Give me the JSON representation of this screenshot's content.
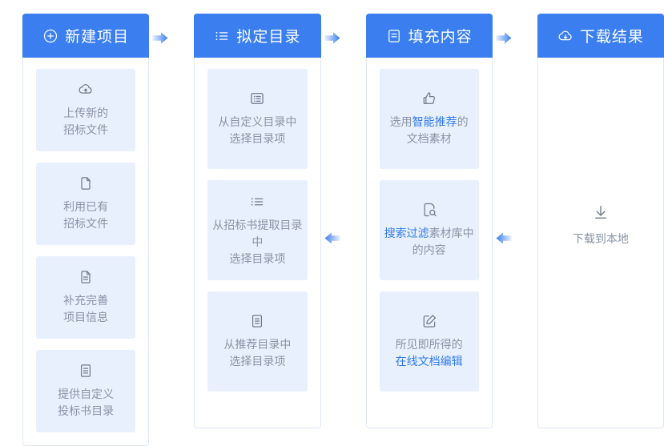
{
  "columns": [
    {
      "id": "new-project",
      "header": {
        "title": "新建项目",
        "icon": "plus-circle-icon"
      },
      "layout": "cards",
      "cards": [
        {
          "icon": "cloud-upload-icon",
          "lines": [
            {
              "parts": [
                {
                  "text": "上传新的"
                }
              ]
            },
            {
              "parts": [
                {
                  "text": "招标文件"
                }
              ]
            }
          ]
        },
        {
          "icon": "document-icon",
          "lines": [
            {
              "parts": [
                {
                  "text": "利用已有"
                }
              ]
            },
            {
              "parts": [
                {
                  "text": "招标文件"
                }
              ]
            }
          ]
        },
        {
          "icon": "document-lines-icon",
          "lines": [
            {
              "parts": [
                {
                  "text": "补充完善"
                }
              ]
            },
            {
              "parts": [
                {
                  "text": "项目信息"
                }
              ]
            }
          ]
        },
        {
          "icon": "document-text-icon",
          "lines": [
            {
              "parts": [
                {
                  "text": "提供自定义"
                }
              ]
            },
            {
              "parts": [
                {
                  "text": "投标书目录"
                }
              ]
            }
          ]
        }
      ]
    },
    {
      "id": "draft-catalog",
      "header": {
        "title": "拟定目录",
        "icon": "list-detail-icon"
      },
      "layout": "cards",
      "cards": [
        {
          "icon": "list-box-icon",
          "lines": [
            {
              "parts": [
                {
                  "text": "从自定义目录中"
                }
              ]
            },
            {
              "parts": [
                {
                  "text": "选择目录项"
                }
              ]
            }
          ]
        },
        {
          "icon": "ordered-list-icon",
          "lines": [
            {
              "parts": [
                {
                  "text": "从招标书提取目录中"
                }
              ]
            },
            {
              "parts": [
                {
                  "text": "选择目录项"
                }
              ]
            }
          ]
        },
        {
          "icon": "document-text-icon",
          "lines": [
            {
              "parts": [
                {
                  "text": "从推荐目录中"
                }
              ]
            },
            {
              "parts": [
                {
                  "text": "选择目录项"
                }
              ]
            }
          ]
        }
      ]
    },
    {
      "id": "fill-content",
      "header": {
        "title": "填充内容",
        "icon": "document-box-icon"
      },
      "layout": "cards",
      "cards": [
        {
          "icon": "thumbs-up-icon",
          "lines": [
            {
              "parts": [
                {
                  "text": "选用"
                },
                {
                  "text": "智能推荐",
                  "highlight": true
                },
                {
                  "text": "的"
                }
              ]
            },
            {
              "parts": [
                {
                  "text": "文档素材"
                }
              ]
            }
          ]
        },
        {
          "icon": "search-document-icon",
          "lines": [
            {
              "parts": [
                {
                  "text": "搜索过滤",
                  "highlight": true
                },
                {
                  "text": "素材库中"
                }
              ]
            },
            {
              "parts": [
                {
                  "text": "的内容"
                }
              ]
            }
          ]
        },
        {
          "icon": "edit-square-icon",
          "lines": [
            {
              "parts": [
                {
                  "text": "所见即所得的"
                }
              ]
            },
            {
              "parts": [
                {
                  "text": "在线文档编辑",
                  "highlight": true
                }
              ]
            }
          ]
        }
      ]
    },
    {
      "id": "download-result",
      "header": {
        "title": "下载结果",
        "icon": "cloud-download-icon"
      },
      "layout": "plain",
      "cards": [
        {
          "icon": "download-arrow-icon",
          "lines": [
            {
              "parts": [
                {
                  "text": "下载到本地"
                }
              ]
            }
          ]
        }
      ]
    }
  ],
  "arrows": [
    {
      "id": "arrow-1-top",
      "direction": "right",
      "position": "top"
    },
    {
      "id": "arrow-2-top",
      "direction": "right",
      "position": "top"
    },
    {
      "id": "arrow-2-mid",
      "direction": "left",
      "position": "mid"
    },
    {
      "id": "arrow-3-top",
      "direction": "right",
      "position": "top"
    },
    {
      "id": "arrow-3-mid",
      "direction": "left",
      "position": "mid"
    }
  ],
  "colors": {
    "header_blue": "#3a7ef0",
    "card_bg": "#e9f0fd",
    "text_gray": "#8a94a6",
    "highlight_blue": "#2f7bf0",
    "border": "#dfe7f5",
    "arrow_blue": "#3a7ef0"
  }
}
